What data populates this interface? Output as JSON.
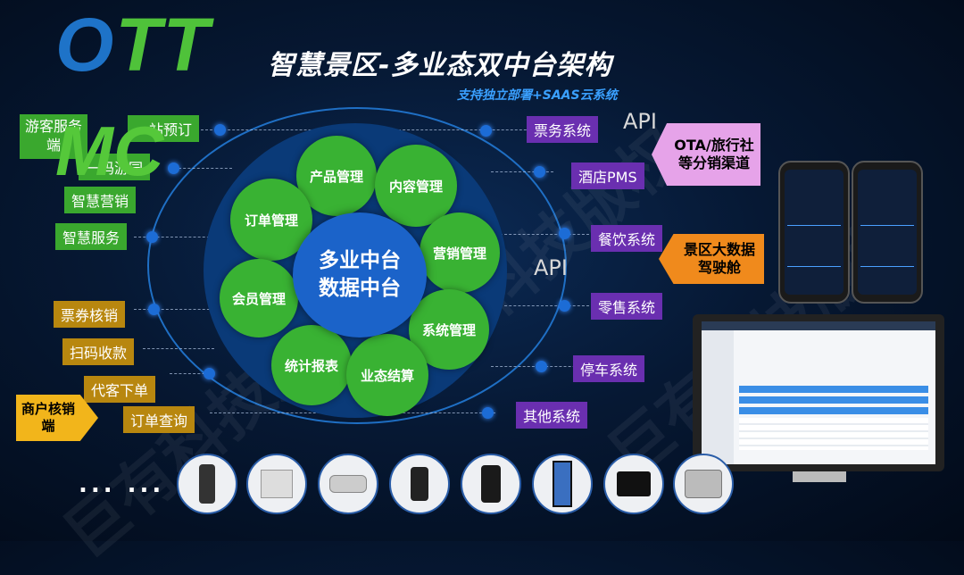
{
  "logo": {
    "ott": "OTT",
    "mc": "MC"
  },
  "title": "智慧景区-多业态双中台架构",
  "subtitle": "支持独立部署+SAAS云系统",
  "watermark": "巨有科技版权",
  "center": {
    "line1": "多业中台",
    "line2": "数据中台"
  },
  "modules": [
    "产品管理",
    "内容管理",
    "订单管理",
    "营销管理",
    "会员管理",
    "系统管理",
    "统计报表",
    "业态结算"
  ],
  "left_top_group": {
    "label": "游客服务端",
    "items": [
      "一站预订",
      "一码游园",
      "智慧营销",
      "智慧服务"
    ]
  },
  "left_bottom_group": {
    "label": "商户核销端",
    "items": [
      "票券核销",
      "扫码收款",
      "代客下单",
      "订单查询"
    ]
  },
  "right_systems": [
    "票务系统",
    "酒店PMS",
    "餐饮系统",
    "零售系统",
    "停车系统",
    "其他系统"
  ],
  "api_labels": [
    "API",
    "API"
  ],
  "ota_tag": "OTA/旅行社等分销渠道",
  "bigdata_tag": "景区大数据驾驶舱",
  "device_icons": [
    "handheld-terminal-icon",
    "router-box-icon",
    "camera-icon",
    "smartphone-pos-icon",
    "face-pos-icon",
    "kiosk-icon",
    "cash-register-icon",
    "turnstile-icon"
  ],
  "more": "... ...",
  "colors": {
    "green": "#39b233",
    "blue": "#1b63c9",
    "purple": "#6a2fb0",
    "gold": "#b8870f",
    "orange": "#f08a1c"
  }
}
